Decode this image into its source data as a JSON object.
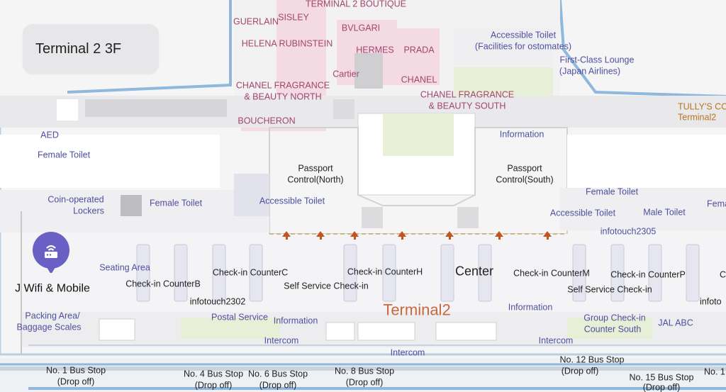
{
  "title": "Terminal 2 3F",
  "map_labels": {
    "terminal2_boutique": "TERMINAL 2 BOUTIQUE",
    "guerlain": "GUERLAIN",
    "sisley": "SISLEY",
    "bvlgari": "BVLGARI",
    "helena": "HELENA RUBINSTEIN",
    "hermes": "HERMES",
    "prada": "PRADA",
    "cartier": "Cartier",
    "chanel": "CHANEL",
    "chanel_north_1": "CHANEL FRAGRANCE",
    "chanel_north_2": "& BEAUTY NORTH",
    "chanel_south_1": "CHANEL FRAGRANCE",
    "chanel_south_2": "&  BEAUTY SOUTH",
    "boucheron": "BOUCHERON",
    "accessible_toilet_ost_1": "Accessible Toilet",
    "accessible_toilet_ost_2": "(Facilities for ostomates)",
    "first_class_1": "First-Class Lounge",
    "first_class_2": "(Japan Airlines)",
    "tullys_1": "TULLY'S CO",
    "tullys_2": "Terminal2",
    "aed": "AED",
    "female_toilet_1": "Female Toilet",
    "information_top": "Information",
    "passport_north_1": "Passport",
    "passport_north_2": "Control(North)",
    "passport_south_1": "Passport",
    "passport_south_2": "Control(South)",
    "coin_lockers_1": "Coin-operated",
    "coin_lockers_2": "Lockers",
    "female_toilet_2": "Female Toilet",
    "accessible_toilet_1": "Accessible Toilet",
    "female_toilet_3": "Female Toilet",
    "accessible_toilet_2": "Accessible Toilet",
    "male_toilet": "Male Toilet",
    "female_edge": "Fema",
    "infotouch2305": "infotouch2305",
    "seating_area": "Seating Area",
    "checkin_c": "Check-in CounterC",
    "checkin_h": "Check-in CounterH",
    "center": "Center",
    "checkin_m": "Check-in CounterM",
    "checkin_p": "Check-in CounterP",
    "checkin_edge": "C",
    "wifi": "J Wifi & Mobile",
    "checkin_b": "Check-in CounterB",
    "self_service_1": "Self Service Check-in",
    "self_service_2": "Self Service Check-in",
    "infotouch2302": "infotouch2302",
    "terminal2": "Terminal2",
    "information_mid": "Information",
    "infotouch_edge": "infoto",
    "packing_1": "Packing Area/",
    "packing_2": "Baggage Scales",
    "postal": "Postal Service",
    "information_low": "Information",
    "group_checkin_1": "Group Check-in",
    "group_checkin_2": "Counter South",
    "jal_abc": "JAL ABC",
    "intercom_1": "Intercom",
    "intercom_2": "Intercom",
    "intercom_3": "Intercom",
    "bus1_1": "No. 1 Bus Stop",
    "bus1_2": "(Drop off)",
    "bus4_1": "No. 4 Bus Stop",
    "bus4_2": "(Drop off)",
    "bus6_1": "No. 6 Bus Stop",
    "bus6_2": "(Drop off)",
    "bus8_1": "No. 8 Bus Stop",
    "bus8_2": "(Drop off)",
    "bus12_1": "No. 12 Bus Stop",
    "bus12_2": "(Drop off)",
    "bus15_1": "No. 15 Bus Stop",
    "bus15_2": "(Drop off)",
    "bus_edge": "No. 1"
  },
  "colors": {
    "background": "#f5f5f6",
    "corridor": "#eef0f3",
    "road_outline": "#8fb8dc",
    "shop_pink": "#f4dbe3",
    "lounge_green": "#e7efd6",
    "structure_grey": "#cfcfd2",
    "label_purple": "#4f4fa0",
    "label_pink": "#a2456c",
    "accent_orange": "#c8683b",
    "arrow": "#c4521c",
    "wifi_pin": "#6a5fc4"
  },
  "icons": {
    "wifi_pin": "wifi-router-pin-icon",
    "arrow": "direction-arrow-icon"
  }
}
